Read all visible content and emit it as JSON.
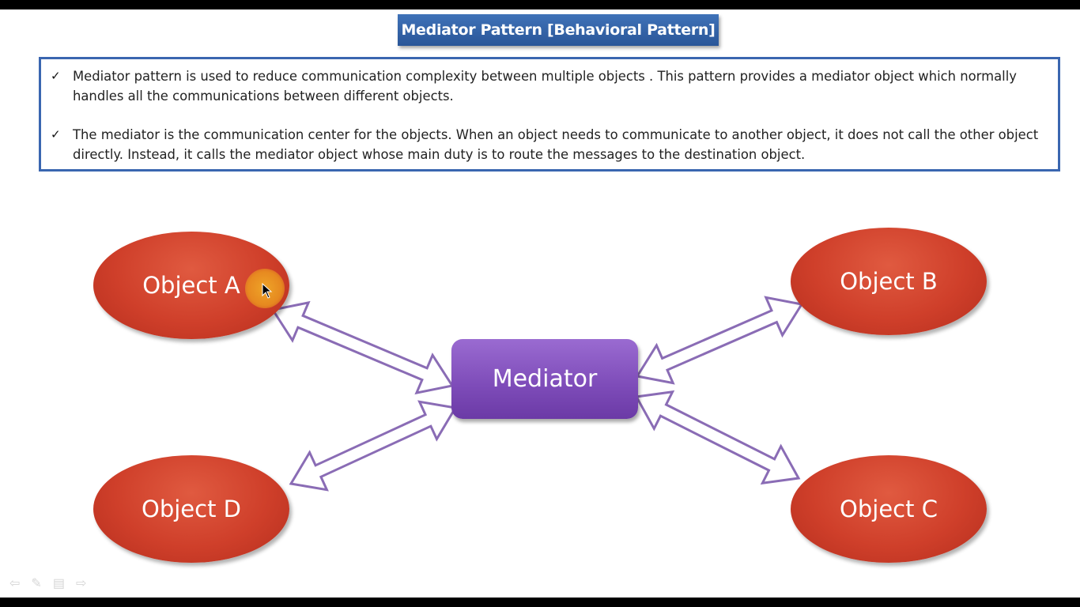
{
  "slide": {
    "title": "Mediator Pattern [Behavioral Pattern]",
    "bullets": [
      "Mediator pattern is used to reduce communication complexity between multiple objects . This pattern provides a mediator object which normally handles all the communications between different objects.",
      "The mediator is the communication center for the objects. When an object needs to communicate to another object, it does not call the other object directly. Instead, it calls the mediator object whose main duty is to route the messages to the destination object."
    ],
    "check_glyph": "✓"
  },
  "diagram": {
    "object_a": "Object A",
    "object_b": "Object B",
    "object_c": "Object C",
    "object_d": "Object D",
    "mediator": "Mediator"
  },
  "colors": {
    "title_bg": "#2f5fa6",
    "border": "#3a66b0",
    "object_fill": "#cf3f2a",
    "mediator_fill": "#7d4bb8",
    "arrow_stroke": "#8a6cb5"
  },
  "nav": {
    "icons": [
      "previous-icon",
      "pen-icon",
      "menu-icon",
      "next-icon"
    ]
  }
}
